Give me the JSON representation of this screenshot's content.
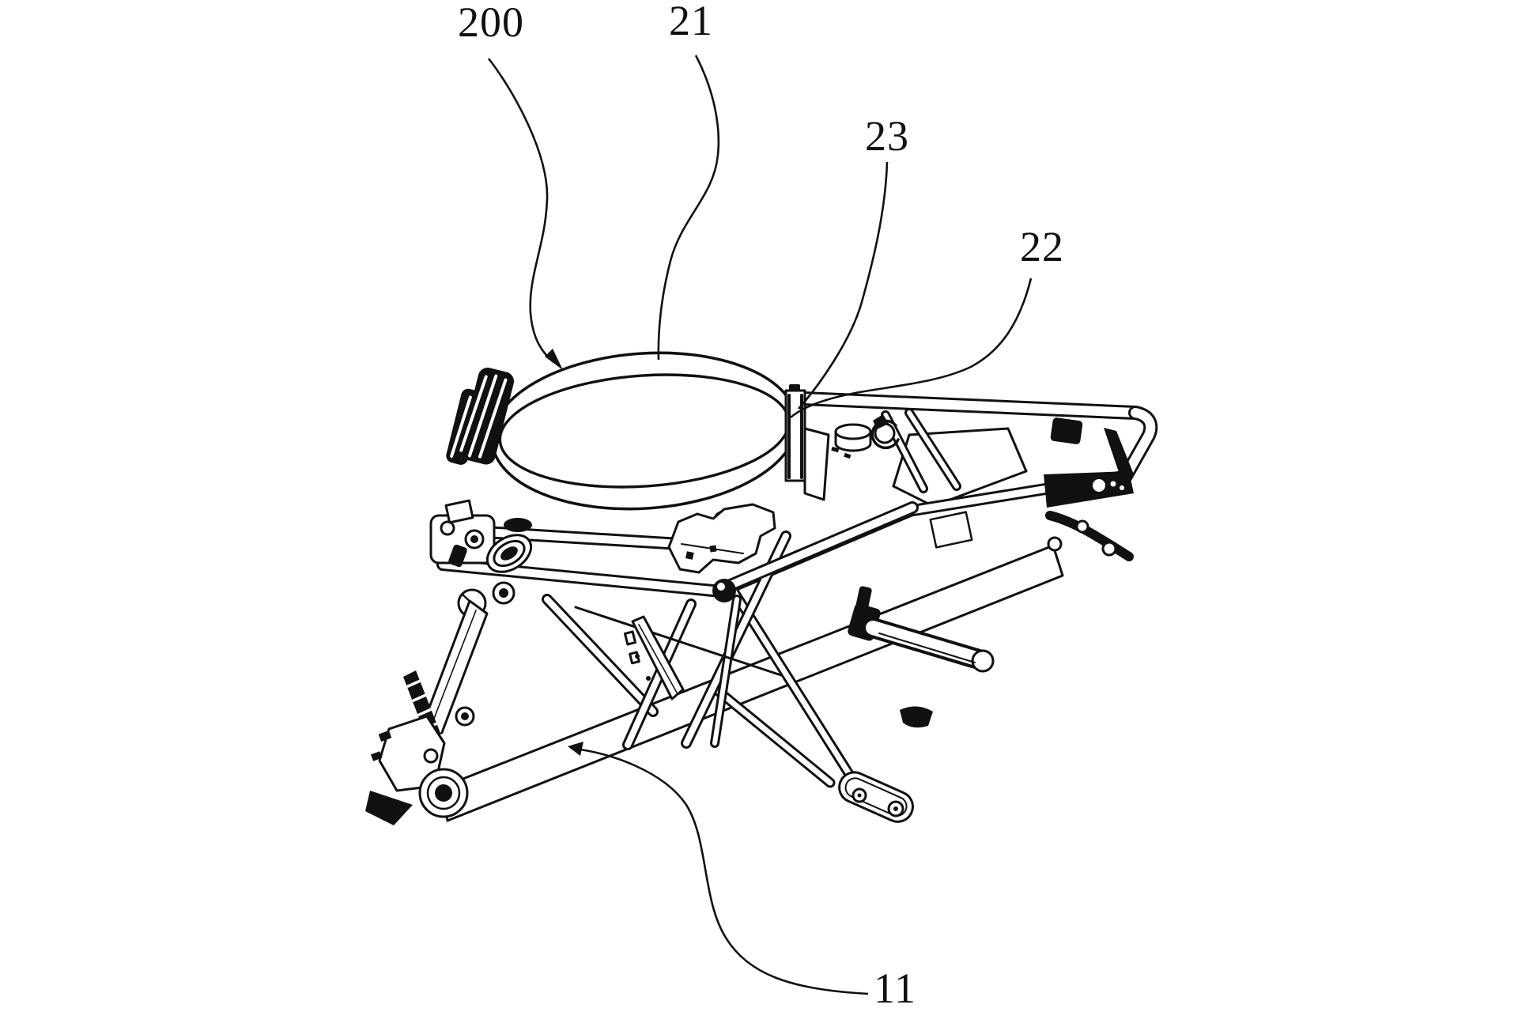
{
  "figure": {
    "background_color": "#ffffff",
    "line_color": "#111111",
    "callouts": [
      {
        "id": "label-200",
        "text": "200"
      },
      {
        "id": "label-21",
        "text": "21"
      },
      {
        "id": "label-23",
        "text": "23"
      },
      {
        "id": "label-22",
        "text": "22"
      },
      {
        "id": "label-11",
        "text": "11"
      }
    ]
  }
}
